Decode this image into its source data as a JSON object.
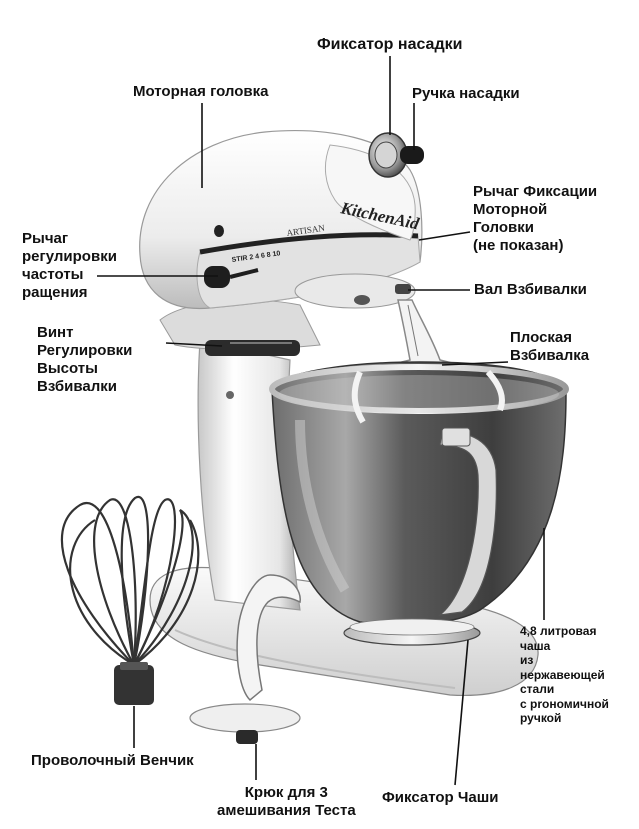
{
  "labels": {
    "attachment_lock": "Фиксатор насадки",
    "motor_head": "Моторная головка",
    "attachment_knob": "Ручка насадки",
    "head_lock_lever": "Рычаг Фиксации\nМоторной\nГоловки\n(не показан)",
    "speed_lever": "Рычаг\nрегулировки\nчастоты\nращения",
    "beater_shaft": "Вал Взбивалки",
    "flat_beater": "Плоская\nВзбивалка",
    "height_screw": "Винт\nРегулировки\nВысоты\nВзбивалки",
    "bowl": "4,8 литровая\nчаша\nиз\nнержавеющей\nстали\nс рrономичной\nручкой",
    "wire_whip": "Проволочный Венчик",
    "dough_hook": "Крюк для 3\nамешивания Теста",
    "bowl_clamp": "Фиксатор Чаши"
  },
  "mixer_texts": {
    "brand": "KitchenAid",
    "model": "ARTISAN",
    "speed_scale": "STIR 2 4 6 8 10"
  },
  "colors": {
    "ink": "#111111",
    "body_light": "#f2f2f2",
    "body_shadow": "#bdbdbd",
    "bowl_dark": "#4a4a4a",
    "bowl_mid": "#8a8a8a",
    "steel_light": "#d9d9d9"
  }
}
